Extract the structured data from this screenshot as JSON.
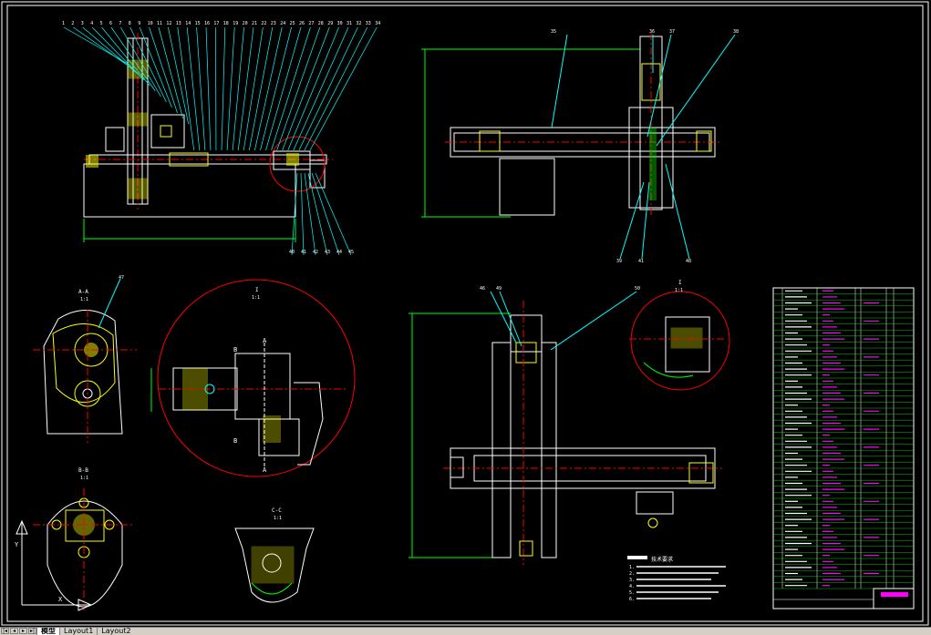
{
  "tabs": [
    {
      "label": "模型",
      "active": true
    },
    {
      "label": "Layout1",
      "active": false
    },
    {
      "label": "Layout2",
      "active": false
    }
  ],
  "nav_buttons": [
    "first",
    "prev",
    "next",
    "last"
  ],
  "leader_numbers_top": [
    "1",
    "2",
    "3",
    "4",
    "5",
    "6",
    "7",
    "8",
    "9",
    "10",
    "11",
    "12",
    "13",
    "14",
    "15",
    "16",
    "17",
    "18",
    "19",
    "20",
    "21",
    "22",
    "23",
    "24",
    "25",
    "26",
    "27",
    "28",
    "29",
    "30",
    "31",
    "32",
    "33",
    "34"
  ],
  "leader_numbers_bottom": [
    "40",
    "41",
    "42",
    "43",
    "44",
    "45"
  ],
  "leader_numbers_right": [
    "35",
    "36",
    "37",
    "38",
    "39",
    "41",
    "48"
  ],
  "section_labels": {
    "section_a": "A-A",
    "section_a_scale": "1:1",
    "section_b": "B-B",
    "section_b_scale": "1:1",
    "detail_i": "I",
    "detail_i_scale": "1:1",
    "detail_ii": "I",
    "detail_ii_scale": "1:1",
    "detail_c": "C-C",
    "detail_c_scale": "1:1",
    "mark_a": "A",
    "mark_b": "B",
    "leader_47": "47",
    "leader_49": "49",
    "leader_50": "50",
    "leader_46": "46"
  },
  "notes_title": "技术要求",
  "notes": [
    "1.",
    "2.",
    "3.",
    "4.",
    "5.",
    "6."
  ],
  "colors": {
    "outline": "#ffffff",
    "leader": "#00ffff",
    "center": "#ff0000",
    "hatch": "#ffff00",
    "dim": "#00ff00",
    "magenta": "#ff00ff"
  }
}
